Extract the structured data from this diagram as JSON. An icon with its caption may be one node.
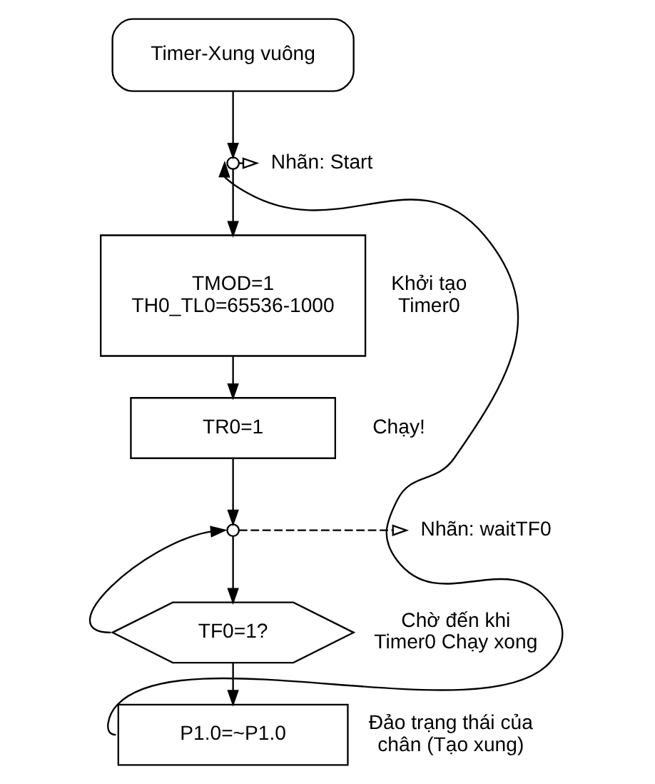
{
  "diagram": {
    "nodes": [
      {
        "text": [
          "Timer-Xung vuông"
        ]
      },
      {
        "text": [],
        "shape": "circle"
      },
      {
        "text": [
          "Nhãn: Start"
        ]
      },
      {
        "text": [
          "TMOD=1 TH0_TL0=65536-1000"
        ],
        "beside": [
          "Khởi tạo Timer0"
        ]
      },
      {
        "text": [
          "TR0=1"
        ],
        "beside": [
          "Chạy!"
        ]
      },
      {
        "text": [],
        "shape": "circle"
      },
      {
        "text": [
          "Nhãn: waitTF0"
        ]
      },
      {
        "text": [
          "TF0=1?"
        ],
        "beside": [
          "Chờ đến khi Timer0 Chạy xong"
        ]
      },
      {
        "text": [
          "P1.0=~P1.0"
        ],
        "beside": [
          "Đảo trạng thái của chân (Tạo xung)"
        ]
      }
    ],
    "edges": [
      {
        "from": 0,
        "to": 1,
        "arrow": "to"
      },
      {
        "from": 1,
        "to": 2,
        "arrow": "to",
        "style": "dashed"
      },
      {
        "from": 1,
        "to": 3,
        "arrow": "to"
      },
      {
        "from": 3,
        "to": 4,
        "arrow": "to"
      },
      {
        "from": 4,
        "to": 5,
        "arrow": "to"
      },
      {
        "from": 5,
        "to": 6,
        "arrow": "to",
        "style": "dashed"
      },
      {
        "from": 5,
        "to": 7,
        "arrow": "to"
      },
      {
        "from": 7,
        "to": 5,
        "arrow": "to"
      },
      {
        "from": 7,
        "to": 8,
        "arrow": "to"
      },
      {
        "from": 8,
        "to": 1,
        "arrow": "to"
      }
    ]
  }
}
